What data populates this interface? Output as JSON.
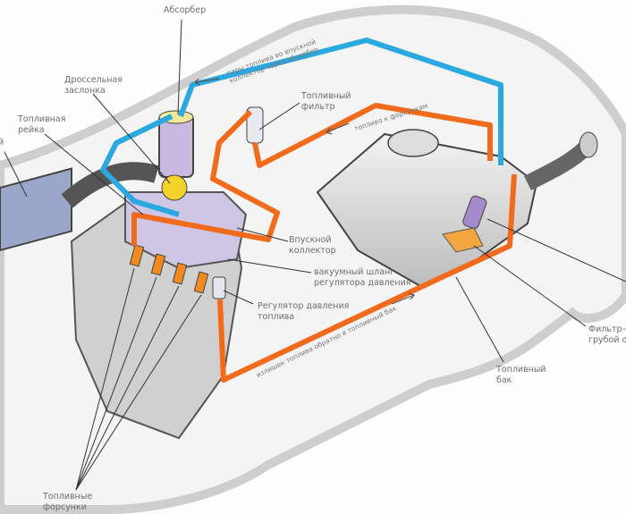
{
  "title": "Схема топливной системы автомобиля",
  "labels": {
    "absorber": "Абсорбер",
    "vapor_line1": "пары топлива во впускной",
    "vapor_line2": "коллектор через абсорбер",
    "throttle_line1": "Дроссельная",
    "throttle_line2": "заслонка",
    "rail_line1": "Топливная",
    "rail_line2": "рейка",
    "cut_left": "й",
    "filter_line1": "Топливный",
    "filter_line2": "фильтр",
    "to_injectors": "топливо к форсункам",
    "intake_line1": "Впускной",
    "intake_line2": "коллектор",
    "vacuum_line1": "вакуумный шланг",
    "vacuum_line2": "регулятора давления",
    "regulator_line1": "Регулятор давления",
    "regulator_line2": "топлива",
    "return_flow": "излишек топлива обратно в топливный бак",
    "tank_line1": "Топливный",
    "tank_line2": "бак",
    "strainer_line1": "Фильтр-с",
    "strainer_line2": "грубой оч",
    "injectors_line1": "Топливные",
    "injectors_line2": "форсунки"
  },
  "colors": {
    "vapor_pipe": "#2aa8e0",
    "fuel_pipe": "#f26a1b",
    "body": "#d9d9d9",
    "leader": "#333333"
  }
}
